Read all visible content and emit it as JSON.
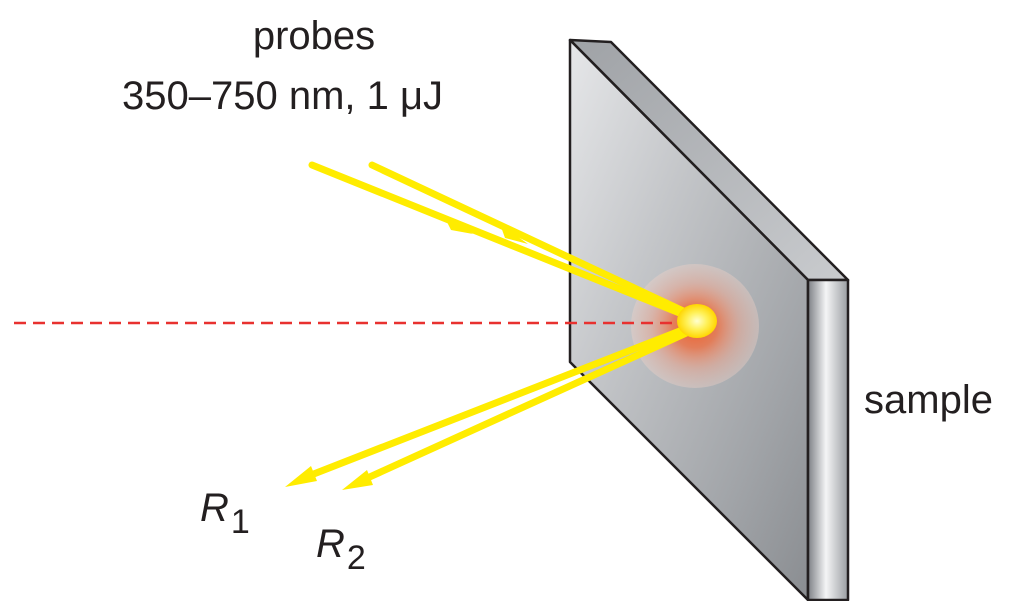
{
  "labels": {
    "probes": "probes",
    "probe_spec": "350–750 nm, 1 μJ",
    "sample": "sample",
    "reflected_1": {
      "symbol": "R",
      "subscript": "1"
    },
    "reflected_2": {
      "symbol": "R",
      "subscript": "2"
    }
  },
  "colors": {
    "beam": "#ffec00",
    "pump_axis": "#e8312f",
    "sample_face_light": "#e2e3e5",
    "sample_face_dark": "#8d9094",
    "hot_spot": "#f15a24"
  }
}
